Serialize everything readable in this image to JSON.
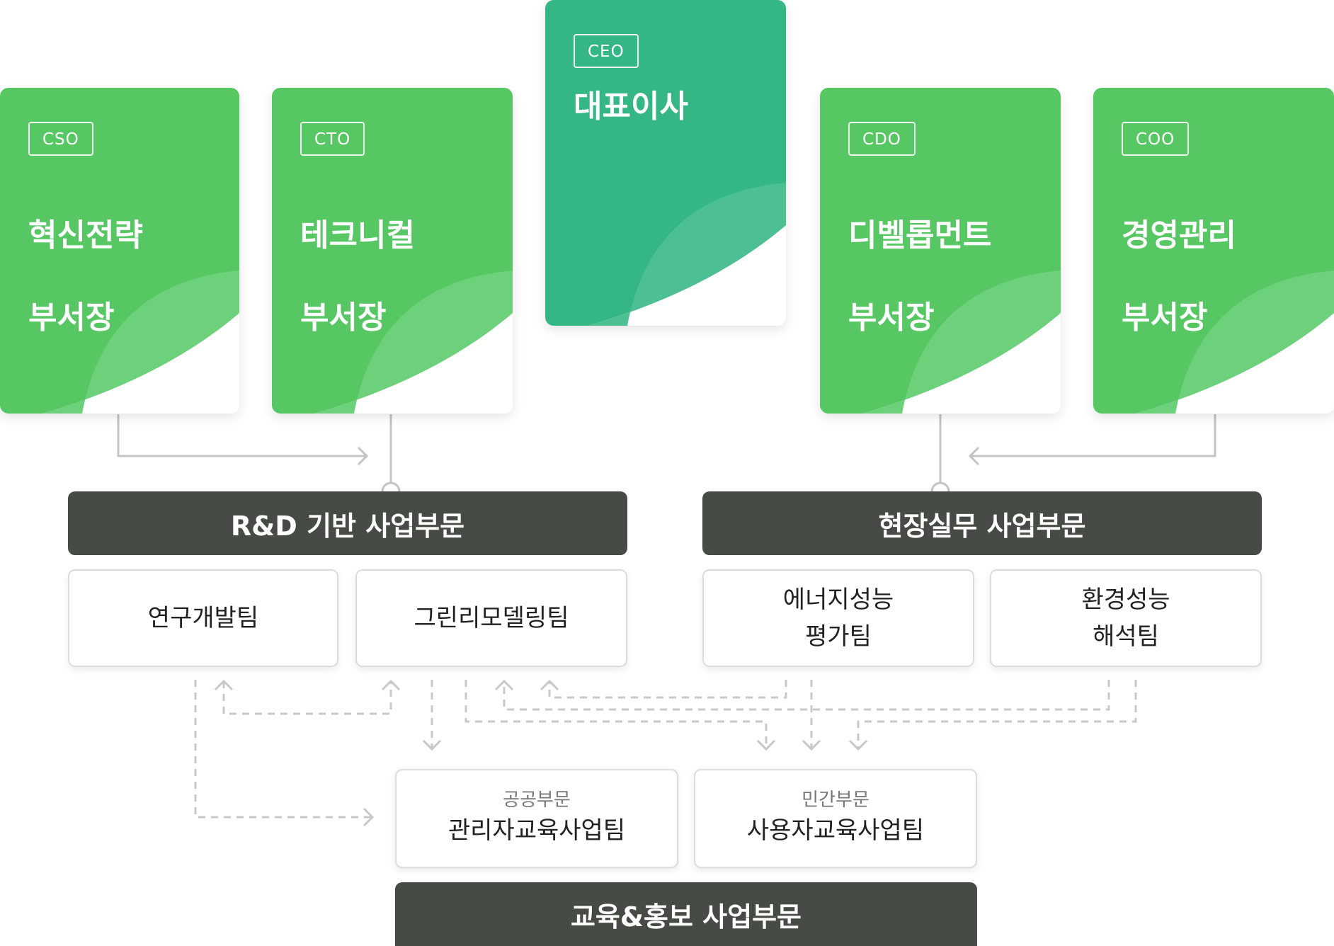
{
  "ceo": {
    "badge": "CEO",
    "title": "대표이사"
  },
  "officers": [
    {
      "badge": "CSO",
      "title_line1": "혁신전략",
      "title_line2": "부서장"
    },
    {
      "badge": "CTO",
      "title_line1": "테크니컬",
      "title_line2": "부서장"
    },
    {
      "badge": "CDO",
      "title_line1": "디벨롭먼트",
      "title_line2": "부서장"
    },
    {
      "badge": "COO",
      "title_line1": "경영관리",
      "title_line2": "부서장"
    }
  ],
  "divisions": {
    "rd": "R&D 기반 사업부문",
    "field": "현장실무 사업부문",
    "edu": "교육&홍보 사업부문"
  },
  "teams": {
    "research": "연구개발팀",
    "green": "그린리모델링팀",
    "energy_line1": "에너지성능",
    "energy_line2": "평가팀",
    "env_line1": "환경성능",
    "env_line2": "해석팀",
    "public_sub": "공공부문",
    "public_name": "관리자교육사업팀",
    "private_sub": "민간부문",
    "private_name": "사용자교육사업팀"
  },
  "colors": {
    "officer_green": "#56c763",
    "officer_green_light": "#6dd07a",
    "ceo_teal": "#34b685",
    "ceo_teal_light": "#4cc093",
    "dark_bar": "#474b45",
    "connector": "#c6c6c6"
  }
}
